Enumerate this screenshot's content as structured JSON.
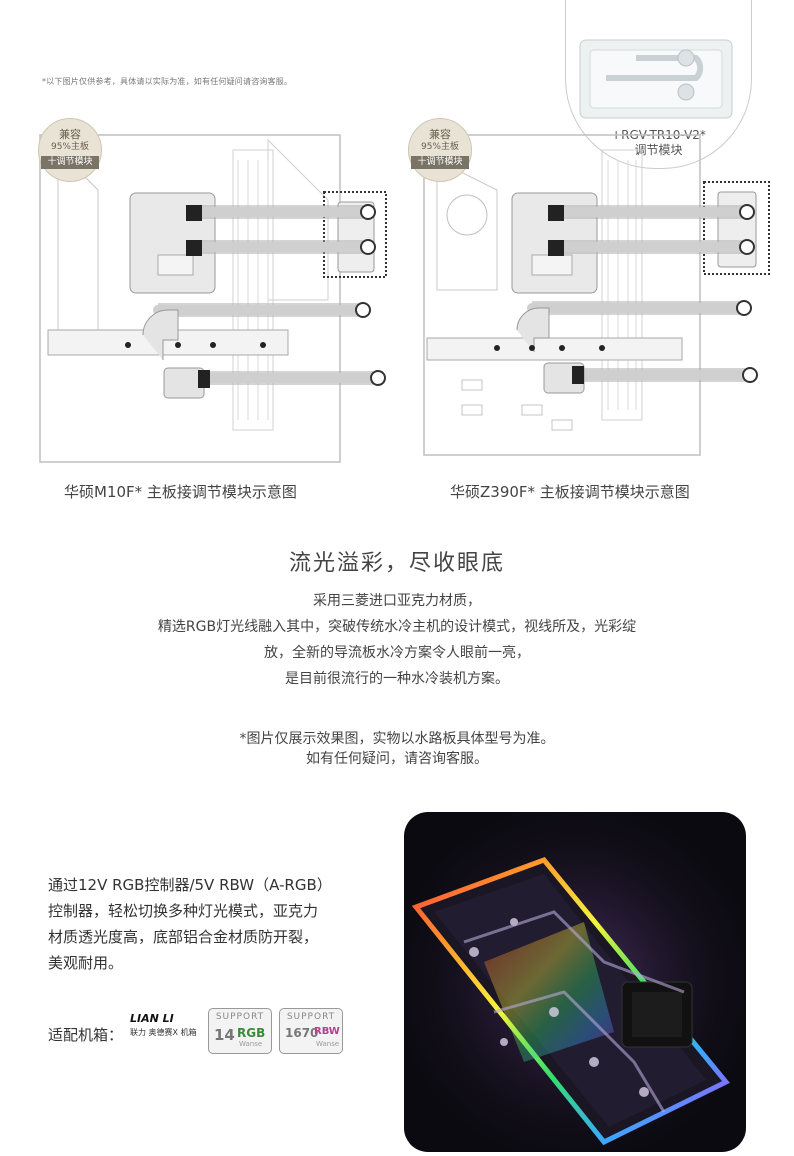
{
  "top_note": "*以下图片仅供参考，具体请以实际为准，如有任何疑问请咨询客服。",
  "badges": [
    {
      "line1": "兼容",
      "line2": "95%主板",
      "line3": "十调节模块"
    },
    {
      "line1": "兼容",
      "line2": "95%主板",
      "line3": "十调节模块"
    }
  ],
  "module_callout": {
    "line1": "+RGV-TR10-V2*",
    "line2": "调节模块"
  },
  "captions": {
    "left": "华硕M10F* 主板接调节模块示意图",
    "right": "华硕Z390F* 主板接调节模块示意图"
  },
  "headline": "流光溢彩，尽收眼底",
  "paragraph": [
    "采用三菱进口亚克力材质，",
    "精选RGB灯光线融入其中，突破传统水冷主机的设计模式，视线所及，光彩绽",
    "放，全新的导流板水冷方案令人眼前一亮，",
    "是目前很流行的一种水冷装机方案。"
  ],
  "note2": [
    "*图片仅展示效果图，实物以水路板具体型号为准。",
    "如有任何疑问，请咨询客服。"
  ],
  "feature": [
    "通过12V RGB控制器/5V RBW（A-RGB）",
    "控制器，轻松切换多种灯光模式，亚克力",
    "材质透光度高，底部铝合金材质防开裂，",
    "美观耐用。"
  ],
  "fit_label": "适配机箱：",
  "brand": {
    "logo": "LIAN LI",
    "sub": "联力 奥德赛X 机箱"
  },
  "supports": [
    {
      "top": "SUPPORT",
      "num": "14",
      "rgb": "RGB",
      "brand": "Wanse"
    },
    {
      "top": "SUPPORT",
      "num": "1670",
      "rgb": "RBW",
      "brand": "Wanse"
    }
  ]
}
